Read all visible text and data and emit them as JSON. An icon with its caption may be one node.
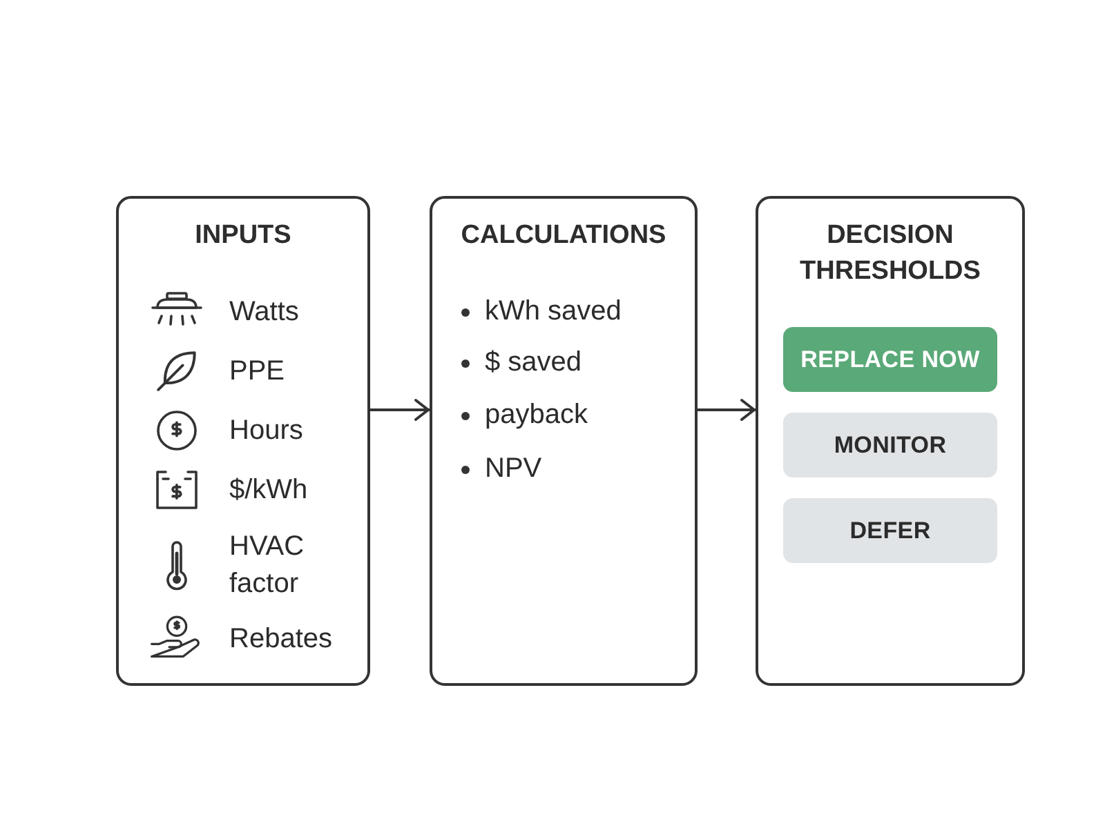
{
  "diagram": {
    "nodes": [
      {
        "text": [
          "INPUTS",
          "Watts",
          "PPE",
          "Hours",
          "$/kWh",
          "HVAC factor",
          "Rebates"
        ]
      },
      {
        "text": [
          "CALCULATIONS",
          "kWh saved",
          "$ saved",
          "payback",
          "NPV"
        ]
      },
      {
        "text": [
          "DECISION THRESHOLDS"
        ]
      },
      {
        "text": [
          "REPLACE NOW"
        ],
        "in": 2
      },
      {
        "text": [
          "MONITOR"
        ],
        "in": 2
      },
      {
        "text": [
          "DEFER"
        ],
        "in": 2
      }
    ],
    "edges": [
      {
        "from": 0,
        "to": 1,
        "arrow": "to"
      },
      {
        "from": 1,
        "to": 2,
        "arrow": "to"
      }
    ]
  }
}
